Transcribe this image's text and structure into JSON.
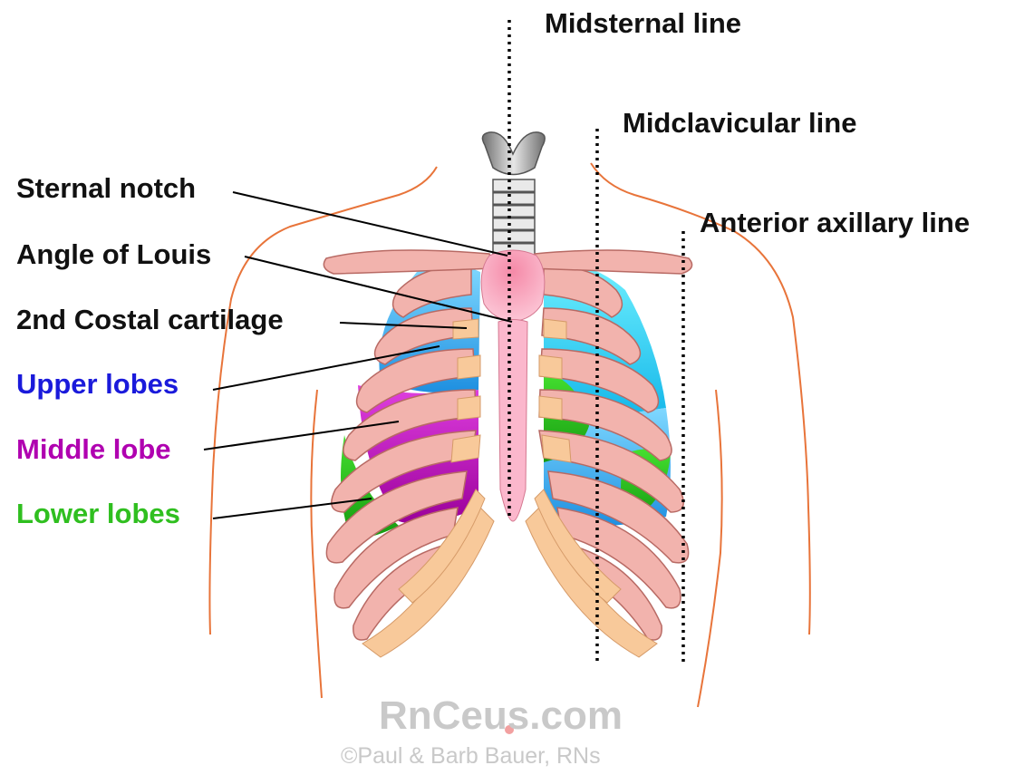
{
  "reference_lines": {
    "midsternal": "Midsternal line",
    "midclavicular": "Midclavicular line",
    "anterior_axillary": "Anterior axillary line"
  },
  "landmarks": {
    "sternal_notch": "Sternal notch",
    "angle_of_louis": "Angle of Louis",
    "costal_cartilage": "2nd Costal cartilage"
  },
  "lobes": {
    "upper": "Upper lobes",
    "middle": "Middle lobe",
    "lower": "Lower lobes"
  },
  "watermark": {
    "site": "RnCeus.com",
    "credit": "©Paul & Barb Bauer, RNs"
  },
  "colors": {
    "label_text": "#111111",
    "upper_lobe": "#1a1adb",
    "middle_lobe": "#b000b0",
    "lower_lobe": "#2fbf1f",
    "rib": "#f2b3ad",
    "cartilage": "#f8c99a",
    "sternum": "#f6a9c4",
    "skin_outline": "#e8743a",
    "watermark": "#c9c9c9"
  }
}
